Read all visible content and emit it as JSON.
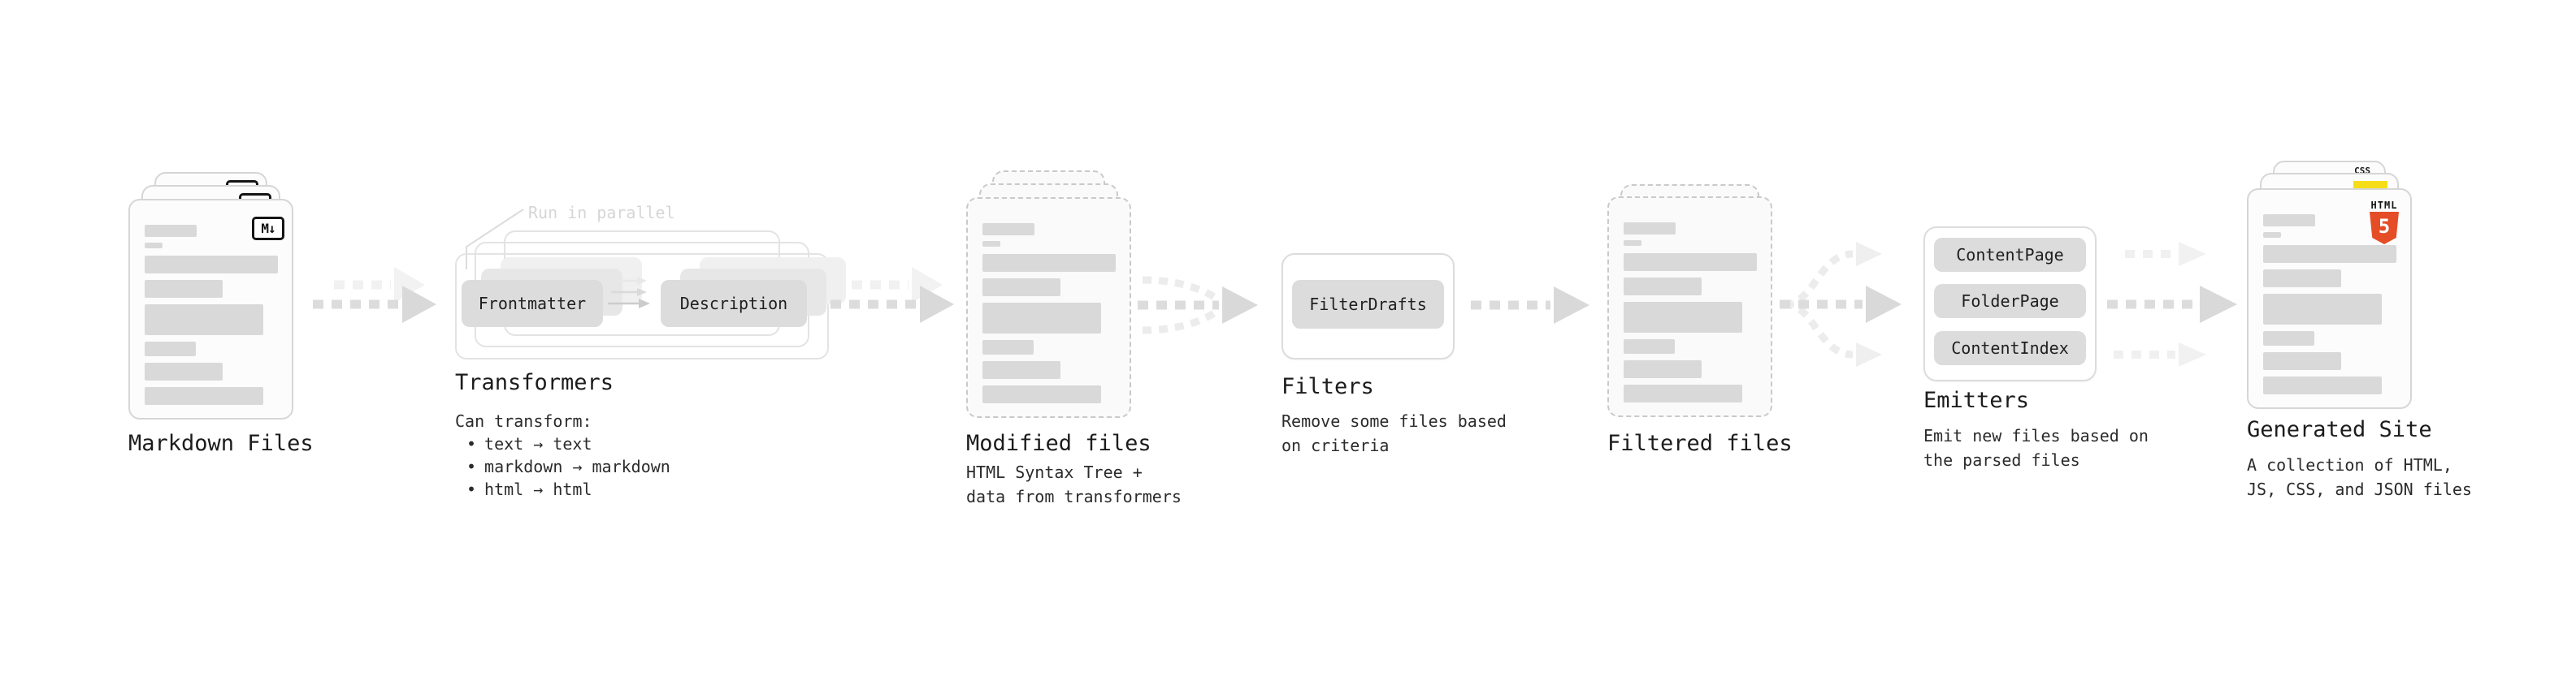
{
  "stages": {
    "markdown": {
      "label": "Markdown Files"
    },
    "transformers": {
      "label": "Transformers",
      "note": "Run in parallel",
      "boxes": [
        "Frontmatter",
        "Description"
      ],
      "sub_title": "Can transform:",
      "bullets": [
        "text → text",
        "markdown → markdown",
        "html → html"
      ]
    },
    "modified": {
      "label": "Modified files",
      "sub": [
        "HTML Syntax Tree +",
        "data from transformers"
      ]
    },
    "filters": {
      "label": "Filters",
      "boxes": [
        "FilterDrafts"
      ],
      "sub": [
        "Remove some files based",
        "on criteria"
      ]
    },
    "filtered": {
      "label": "Filtered files"
    },
    "emitters": {
      "label": "Emitters",
      "boxes": [
        "ContentPage",
        "FolderPage",
        "ContentIndex"
      ],
      "sub": [
        "Emit new files based on",
        "the parsed files"
      ]
    },
    "generated": {
      "label": "Generated Site",
      "sub": [
        "A collection of HTML,",
        "JS, CSS, and JSON files"
      ]
    }
  },
  "icons": {
    "markdown_glyph": "M↓",
    "html5_word": "HTML",
    "html5_number": "5",
    "css_word": "CSS"
  },
  "glyphs": {
    "bullet": "•"
  },
  "colors": {
    "html5_orange": "#e44d26",
    "js_yellow": "#f5de19",
    "css_blue": "#2b6bf3",
    "bar_gray": "#d9d9d9",
    "arrow_dark": "#dcdcdc",
    "arrow_light": "#f0f0f0"
  }
}
